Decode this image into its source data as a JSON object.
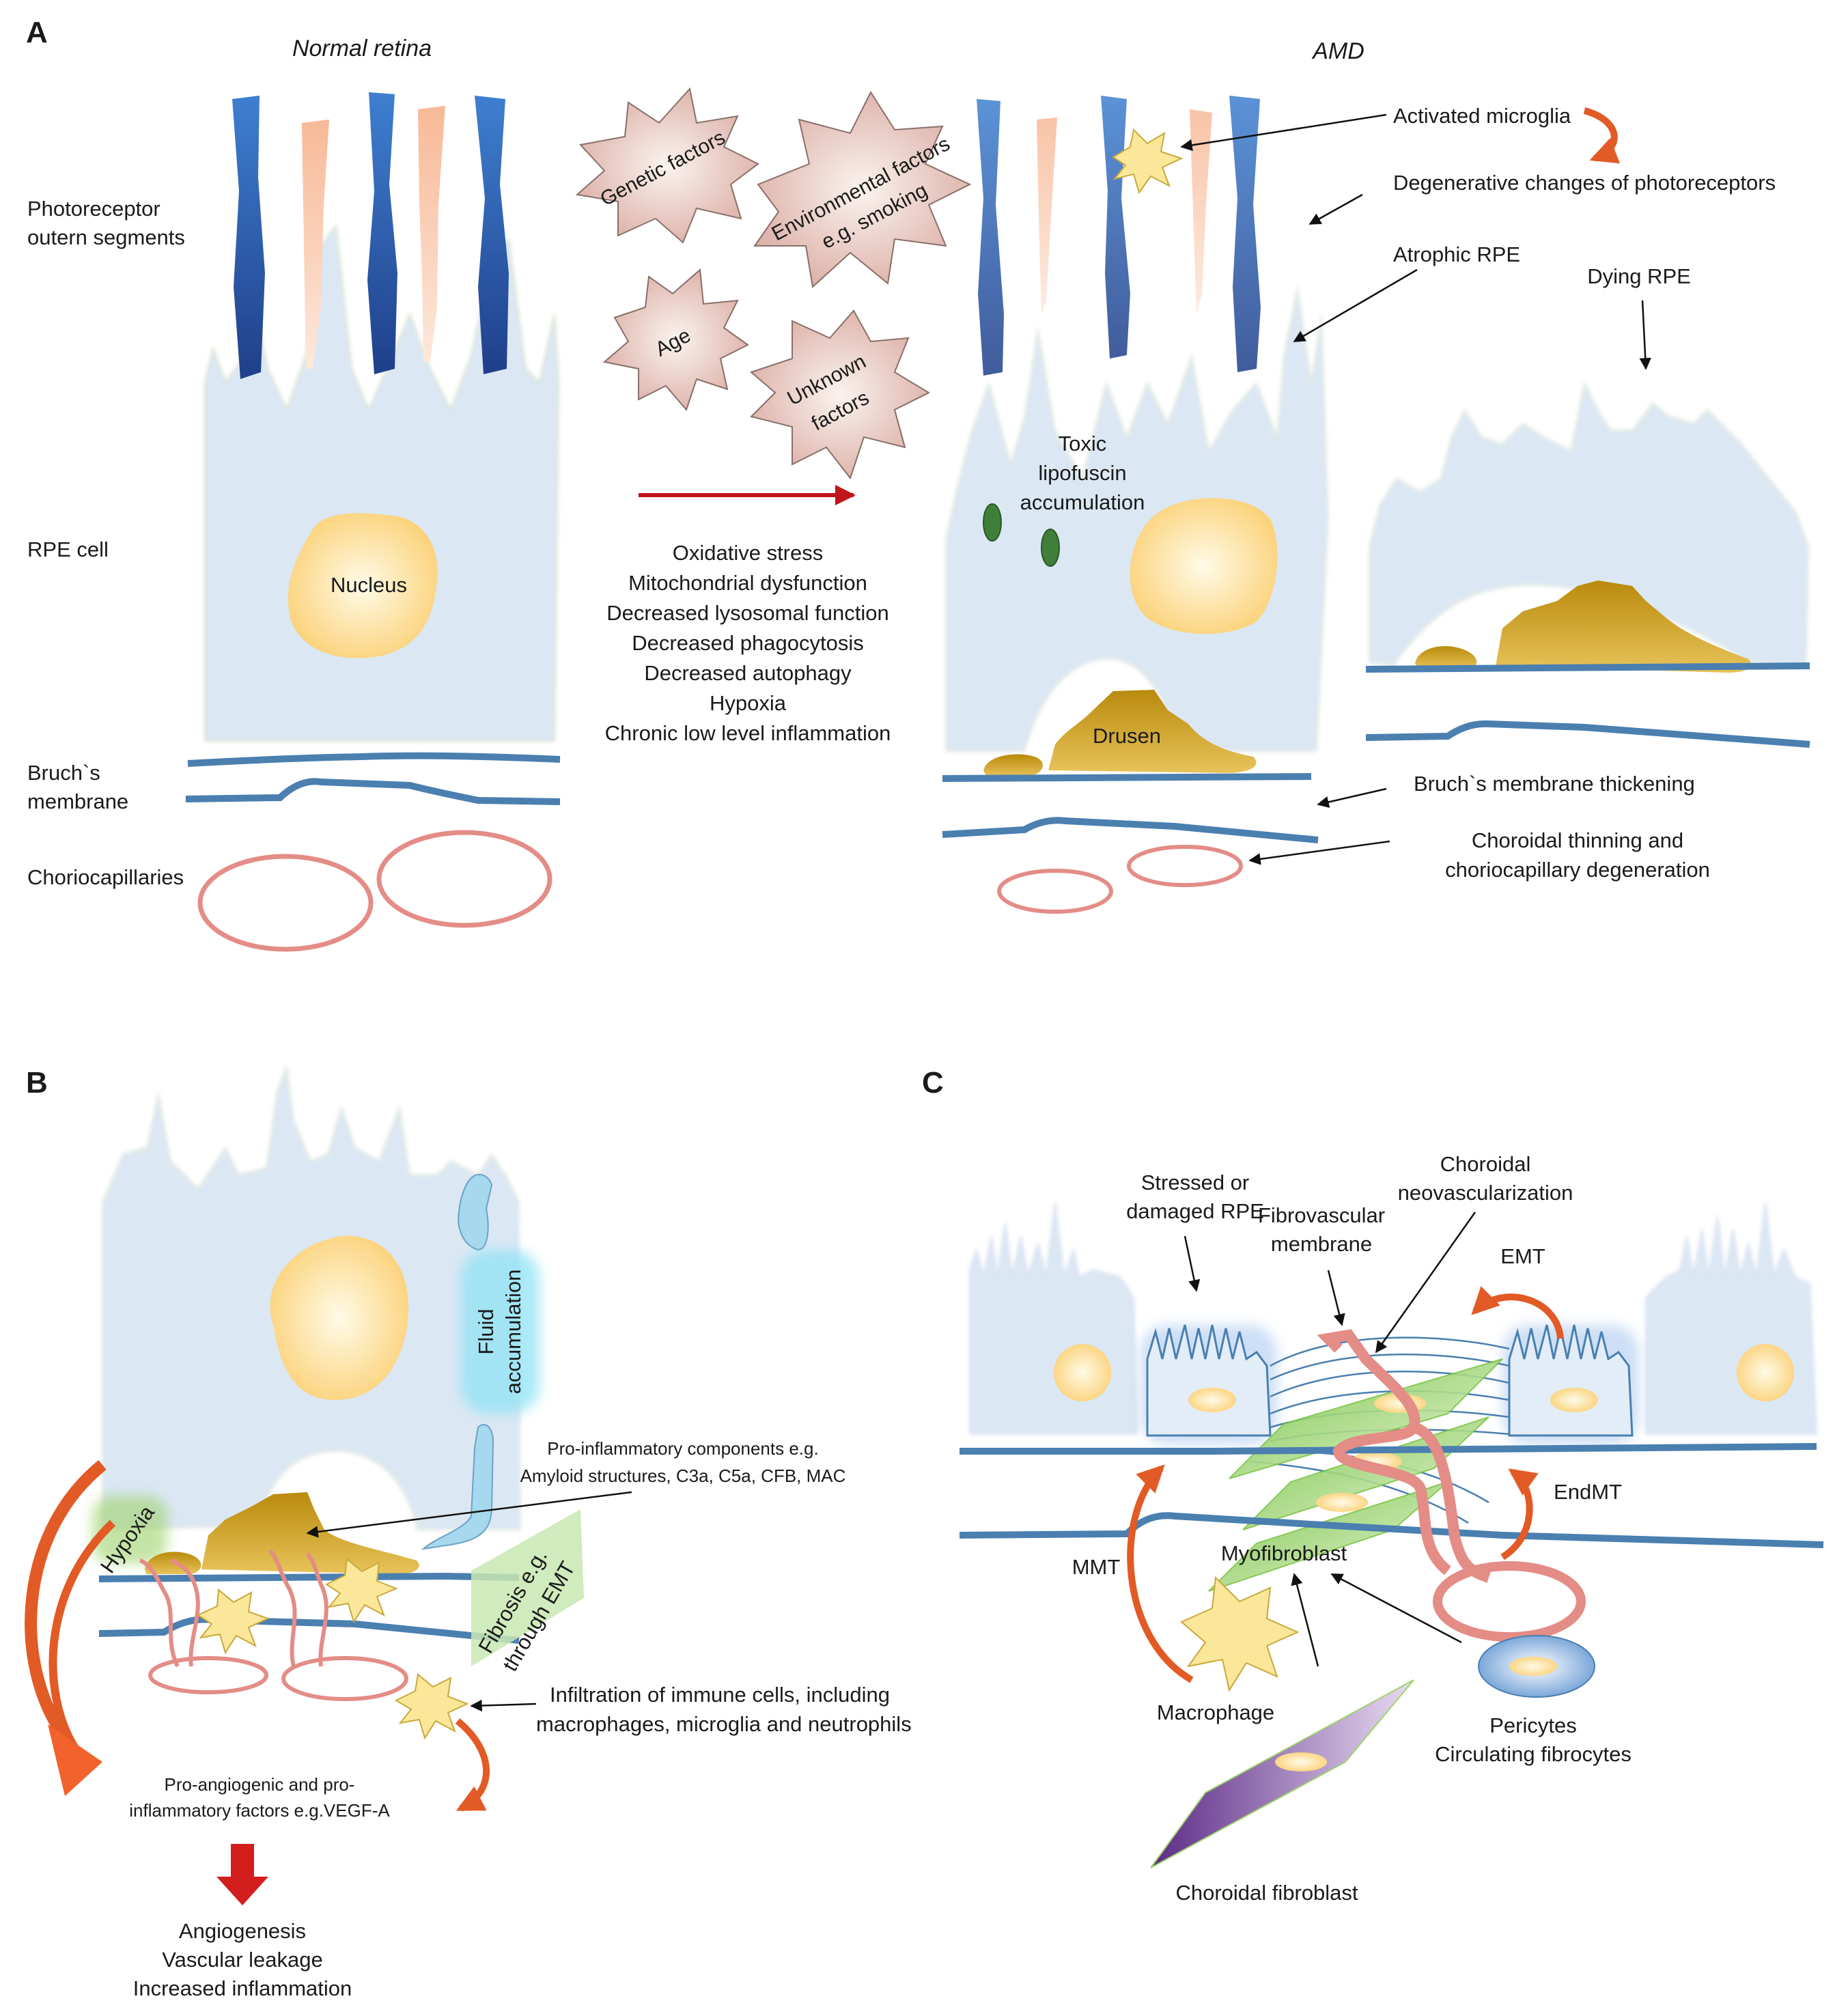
{
  "panels": {
    "a": "A",
    "b": "B",
    "c": "C"
  },
  "panel_a": {
    "normal_title": "Normal retina",
    "amd_title": "AMD",
    "left_labels": {
      "photoreceptor_1": "Photoreceptor",
      "photoreceptor_2": "outern segments",
      "rpe_cell": "RPE cell",
      "bruch_1": "Bruch`s",
      "bruch_2": "membrane",
      "choriocap": "Choriocapillaries"
    },
    "nucleus": "Nucleus",
    "risk_factors": {
      "genetic": "Genetic factors",
      "env_1": "Environmental factors",
      "env_2": "e.g. smoking",
      "age": "Age",
      "unknown_1": "Unknown",
      "unknown_2": "factors"
    },
    "mechanisms": [
      "Oxidative stress",
      "Mitochondrial dysfunction",
      "Decreased lysosomal function",
      "Decreased phagocytosis",
      "Decreased autophagy",
      "Hypoxia",
      "Chronic low level inflammation"
    ],
    "toxic": [
      "Toxic",
      "lipofuscin",
      "accumulation"
    ],
    "drusen": "Drusen",
    "right_labels": {
      "microglia": "Activated microglia",
      "degenerative": "Degenerative changes of photoreceptors",
      "atrophic": "Atrophic RPE",
      "dying": "Dying RPE",
      "bruch_thick": "Bruch`s membrane thickening",
      "choroidal_1": "Choroidal thinning and",
      "choroidal_2": "choriocapillary degeneration"
    }
  },
  "panel_b": {
    "fluid_1": "Fluid",
    "fluid_2": "accumulation",
    "hypoxia": "Hypoxia",
    "fibrosis_1": "Fibrosis e.g.",
    "fibrosis_2": "through EMT",
    "proinflam_1": "Pro-inflammatory components e.g.",
    "proinflam_2": "Amyloid structures, C3a, C5a, CFB, MAC",
    "infiltration_1": "Infiltration of immune cells, including",
    "infiltration_2": "macrophages, microglia and neutrophils",
    "proangio_1": "Pro-angiogenic and pro-",
    "proangio_2": "inflammatory factors e.g.VEGF-A",
    "outcomes": [
      "Angiogenesis",
      "Vascular leakage",
      "Increased inflammation"
    ]
  },
  "panel_c": {
    "stressed_1": "Stressed or",
    "stressed_2": "damaged RPE",
    "fibrovascular_1": "Fibrovascular",
    "fibrovascular_2": "membrane",
    "choroidal_neo_1": "Choroidal",
    "choroidal_neo_2": "neovascularization",
    "emt": "EMT",
    "endmt": "EndMT",
    "mmt": "MMT",
    "myofibroblast": "Myofibroblast",
    "macrophage": "Macrophage",
    "pericytes": "Pericytes",
    "circulating": "Circulating fibrocytes",
    "choroidal_fibroblast": "Choroidal fibroblast"
  },
  "colors": {
    "cell": "#dbe7f3",
    "nucleus": "#fbd98a",
    "membrane": "#4a7fb0",
    "capillary": "#e48c86",
    "drusen": "#c99a1c",
    "photoreceptor_blue": "#2a57a8",
    "photoreceptor_orange": "#f29a6a",
    "star": "#fbe79a",
    "risk_star": "#e9c9c0",
    "red_arrow": "#c0151b",
    "orange_arrow": "#e25a25",
    "fibroblast_green": "#9ed36a",
    "fibroblast_purple": "#7a3fa0",
    "pericyte": "#8fb4e0",
    "fluid": "#a6d8ee"
  }
}
